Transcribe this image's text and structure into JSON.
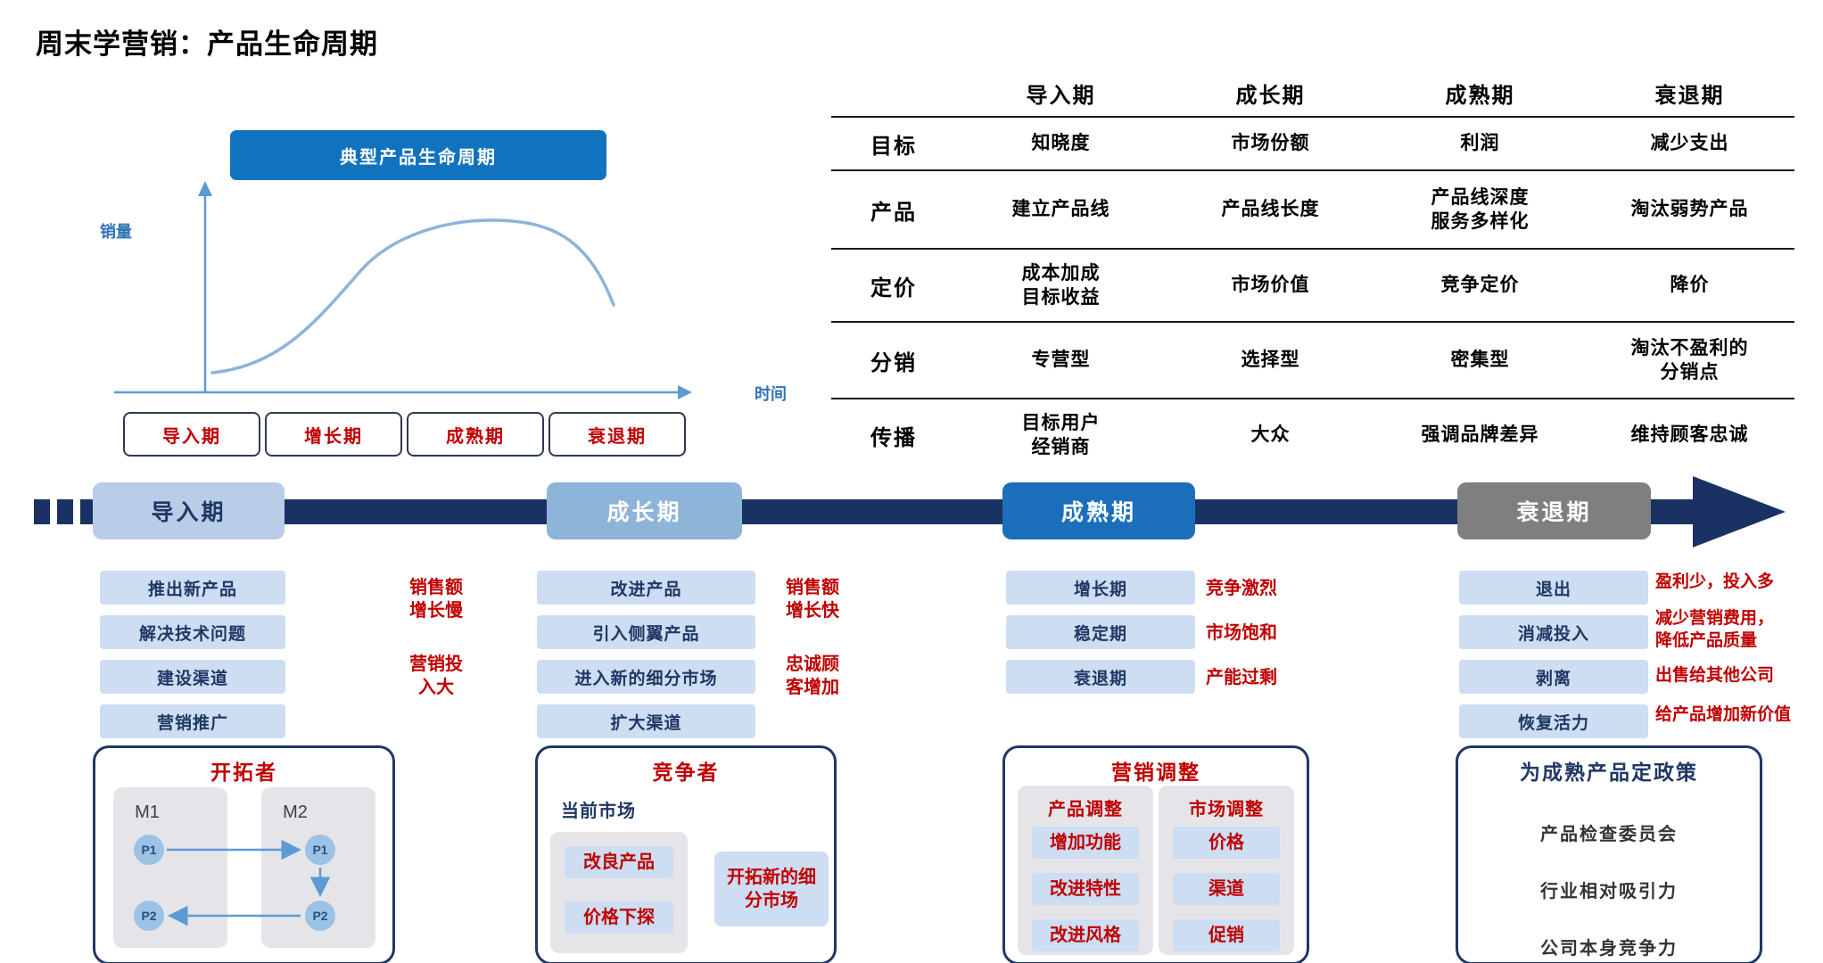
{
  "title": "周末学营销：产品生命周期",
  "chart": {
    "header": "典型产品生命周期",
    "y_axis": "销量",
    "x_axis": "时间",
    "phases": [
      "导入期",
      "增长期",
      "成熟期",
      "衰退期"
    ]
  },
  "table": {
    "headers": [
      "导入期",
      "成长期",
      "成熟期",
      "衰退期"
    ],
    "rows": [
      {
        "label": "目标",
        "cells": [
          "知晓度",
          "市场份额",
          "利润",
          "减少支出"
        ]
      },
      {
        "label": "产品",
        "cells": [
          "建立产品线",
          "产品线长度",
          "产品线深度\n服务多样化",
          "淘汰弱势产品"
        ]
      },
      {
        "label": "定价",
        "cells": [
          "成本加成\n目标收益",
          "市场价值",
          "竞争定价",
          "降价"
        ]
      },
      {
        "label": "分销",
        "cells": [
          "专营型",
          "选择型",
          "密集型",
          "淘汰不盈利的\n分销点"
        ]
      },
      {
        "label": "传播",
        "cells": [
          "目标用户\n经销商",
          "大众",
          "强调品牌差异",
          "维持顾客忠诚"
        ]
      }
    ]
  },
  "timeline": {
    "phases": [
      {
        "label": "导入期",
        "bg": "#b9cde8",
        "fg": "#1f3864"
      },
      {
        "label": "成长期",
        "bg": "#8fb4da",
        "fg": "#ffffff"
      },
      {
        "label": "成熟期",
        "bg": "#1b6fba",
        "fg": "#ffffff"
      },
      {
        "label": "衰退期",
        "bg": "#7f7f7f",
        "fg": "#ffffff"
      }
    ]
  },
  "stages": [
    {
      "pills": [
        "推出新产品",
        "解决技术问题",
        "建设渠道",
        "营销推广"
      ],
      "notes": [
        "销售额\n增长慢",
        "营销投\n入大"
      ]
    },
    {
      "pills": [
        "改进产品",
        "引入侧翼产品",
        "进入新的细分市场",
        "扩大渠道"
      ],
      "notes": [
        "销售额\n增长快",
        "忠诚顾\n客增加"
      ]
    },
    {
      "pills": [
        "增长期",
        "稳定期",
        "衰退期"
      ],
      "notes": [
        "竞争激烈",
        "市场饱和",
        "产能过剩"
      ]
    },
    {
      "pills": [
        "退出",
        "消减投入",
        "剥离",
        "恢复活力"
      ],
      "notes": [
        "盈利少，投入多",
        "减少营销费用，\n降低产品质量",
        "出售给其他公司",
        "给产品增加新价值"
      ]
    }
  ],
  "pioneer": {
    "title": "开拓者",
    "group1": "M1",
    "group2": "M2",
    "node_p1": "P1",
    "node_p2": "P2"
  },
  "competitor": {
    "title": "竞争者",
    "market": "当前市场",
    "pills": [
      "改良产品",
      "价格下探"
    ],
    "side": "开拓新的细\n分市场"
  },
  "adjustment": {
    "title": "营销调整",
    "product_title": "产品调整",
    "product_pills": [
      "增加功能",
      "改进特性",
      "改进风格"
    ],
    "market_title": "市场调整",
    "market_pills": [
      "价格",
      "渠道",
      "促销"
    ]
  },
  "policy": {
    "title": "为成熟产品定政策",
    "items": [
      "产品检查委员会",
      "行业相对吸引力",
      "公司本身竞争力"
    ]
  },
  "colors": {
    "navy": "#1a3263",
    "accent_blue": "#1173bd",
    "light_blue": "#cdddf2",
    "red": "#c00000",
    "gray": "#7f7f7f",
    "curve_blue": "#8db3dc"
  }
}
